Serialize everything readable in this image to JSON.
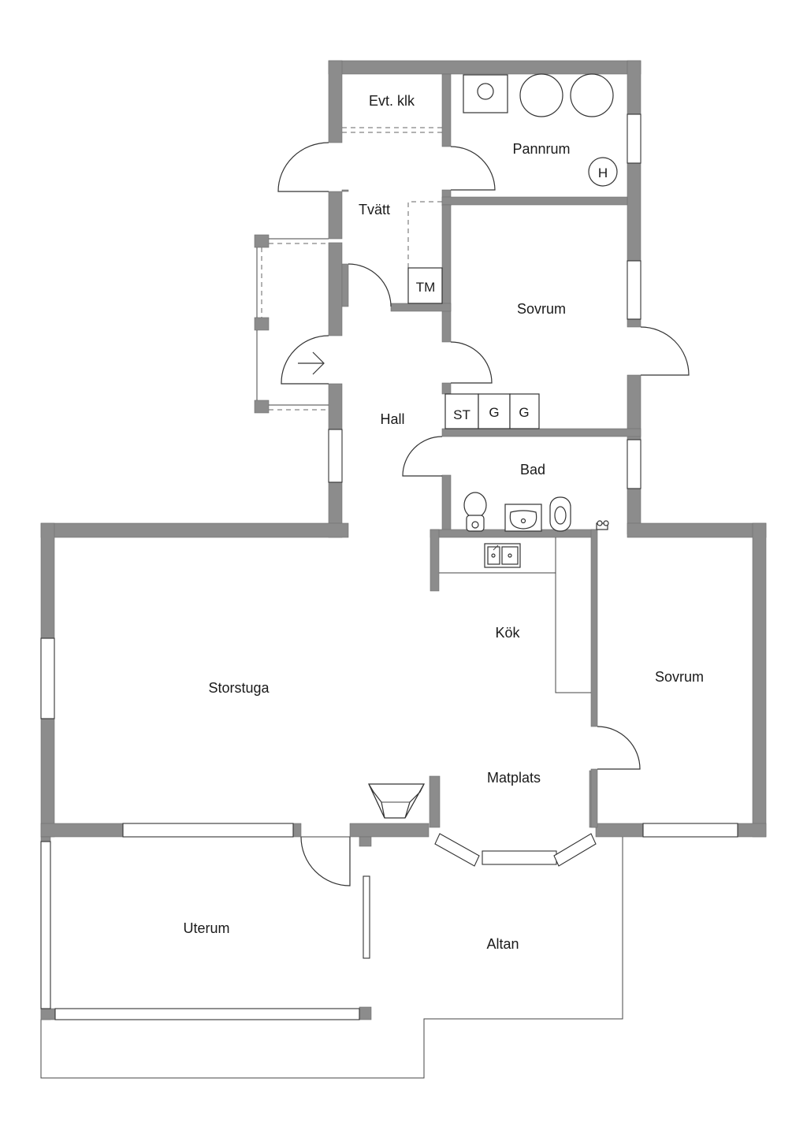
{
  "rooms": {
    "evt_klk": "Evt. klk",
    "pannrum": "Pannrum",
    "tvatt": "Tvätt",
    "sovrum_1": "Sovrum",
    "hall": "Hall",
    "bad": "Bad",
    "kok": "Kök",
    "storstuga": "Storstuga",
    "sovrum_2": "Sovrum",
    "matplats": "Matplats",
    "uterum": "Uterum",
    "altan": "Altan"
  },
  "symbols": {
    "heater": "H",
    "dryer": "TM",
    "storage": "ST",
    "wardrobe_1": "G",
    "wardrobe_2": "G"
  },
  "colors": {
    "wall": "#8c8c8c",
    "background": "#ffffff",
    "line": "#333333"
  }
}
